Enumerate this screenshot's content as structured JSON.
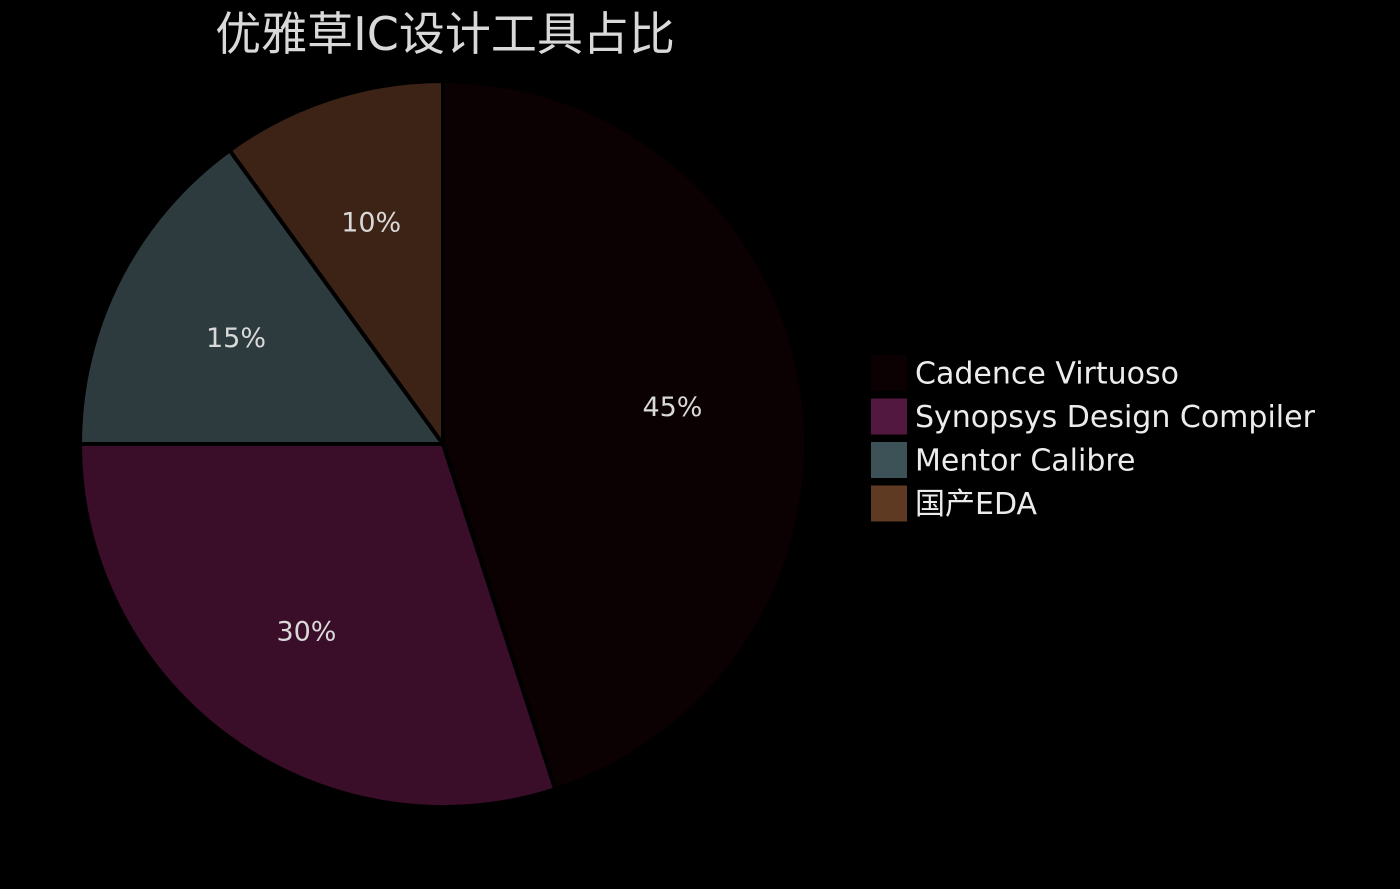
{
  "chart_data": {
    "type": "pie",
    "title": "优雅草IC设计工具占比",
    "categories": [
      "Cadence Virtuoso",
      "Synopsys Design Compiler",
      "Mentor Calibre",
      "国产EDA"
    ],
    "values": [
      45,
      30,
      15,
      10
    ],
    "labels": [
      "45%",
      "30%",
      "15%",
      "10%"
    ],
    "colors": [
      "#0b0002",
      "#3a0d28",
      "#2d3b3f",
      "#3c2315"
    ],
    "legend_colors": [
      "#0b0002",
      "#521840",
      "#3d5257",
      "#5e3a22"
    ],
    "start_angle": "12 o'clock",
    "direction": "clockwise",
    "legend_position": "right"
  }
}
